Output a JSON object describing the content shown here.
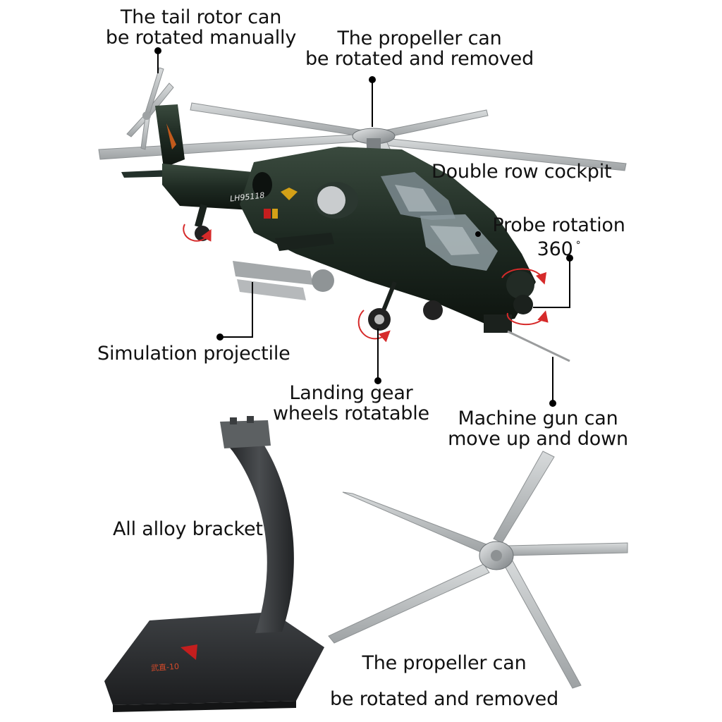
{
  "labels": {
    "tail_rotor": [
      "The tail rotor can",
      "be rotated manually"
    ],
    "propeller_top": [
      "The propeller can",
      "be rotated and removed"
    ],
    "cockpit": "Double row cockpit",
    "probe": [
      "Probe rotation",
      "360",
      "°"
    ],
    "projectile": "Simulation projectile",
    "landing_gear": [
      "Landing gear",
      "wheels rotatable"
    ],
    "machine_gun": [
      "Machine gun can",
      "move up and down"
    ],
    "bracket": "All alloy bracket",
    "propeller_bottom": [
      "The propeller can",
      "be rotated and removed"
    ]
  },
  "model_markings": {
    "tail_number": "LH95118",
    "stand_text": "武直-10"
  },
  "colors": {
    "helicopter_body": "#1e2a22",
    "rotor_blade": "#b9bcbd",
    "stand": "#2f3133",
    "callout_line": "#000000",
    "rotation_arrow": "#d62a2a",
    "text": "#111111"
  }
}
